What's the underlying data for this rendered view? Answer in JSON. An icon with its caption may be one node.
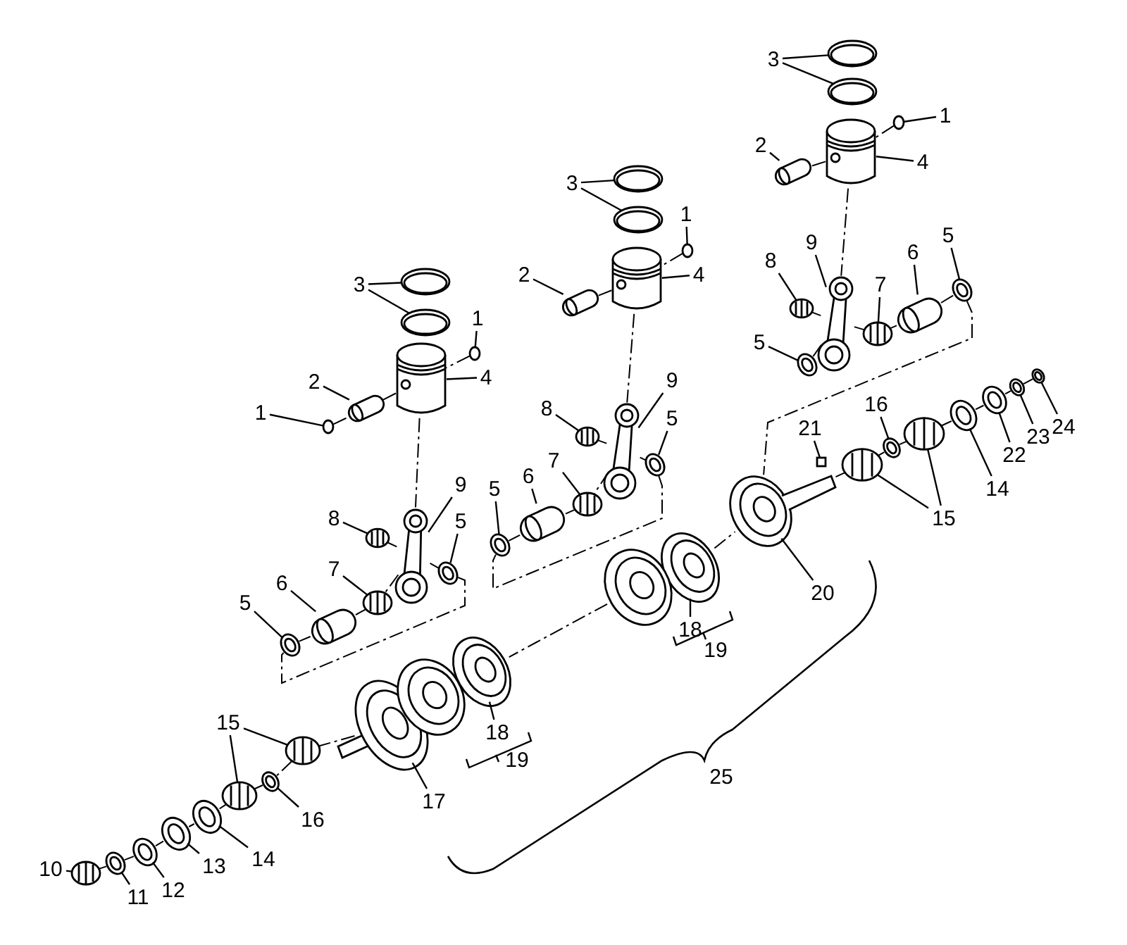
{
  "diagram": {
    "nodes": [
      {
        "text": [
          "3"
        ]
      },
      {
        "text": [
          "1"
        ]
      },
      {
        "text": [
          "2"
        ]
      },
      {
        "text": [
          "4"
        ]
      },
      {
        "text": [
          "9"
        ]
      },
      {
        "text": [
          "8"
        ]
      },
      {
        "text": [
          "6"
        ]
      },
      {
        "text": [
          "5"
        ]
      },
      {
        "text": [
          "7"
        ]
      },
      {
        "text": [
          "5"
        ]
      },
      {
        "text": [
          "16"
        ]
      },
      {
        "text": [
          "21"
        ]
      },
      {
        "text": [
          "22"
        ]
      },
      {
        "text": [
          "23"
        ]
      },
      {
        "text": [
          "24"
        ]
      },
      {
        "text": [
          "14"
        ]
      },
      {
        "text": [
          "15"
        ]
      },
      {
        "text": [
          "20"
        ]
      },
      {
        "text": [
          "3"
        ]
      },
      {
        "text": [
          "1"
        ]
      },
      {
        "text": [
          "2"
        ]
      },
      {
        "text": [
          "4"
        ]
      },
      {
        "text": [
          "9"
        ]
      },
      {
        "text": [
          "8"
        ]
      },
      {
        "text": [
          "5"
        ]
      },
      {
        "text": [
          "7"
        ]
      },
      {
        "text": [
          "6"
        ]
      },
      {
        "text": [
          "5"
        ]
      },
      {
        "text": [
          "18"
        ]
      },
      {
        "text": [
          "3"
        ]
      },
      {
        "text": [
          "1"
        ]
      },
      {
        "text": [
          "2"
        ]
      },
      {
        "text": [
          "4"
        ]
      },
      {
        "text": [
          "1"
        ]
      },
      {
        "text": [
          "9"
        ]
      },
      {
        "text": [
          "8"
        ]
      },
      {
        "text": [
          "5"
        ]
      },
      {
        "text": [
          "7"
        ]
      },
      {
        "text": [
          "6"
        ]
      },
      {
        "text": [
          "5"
        ]
      },
      {
        "text": [
          "18"
        ]
      },
      {
        "text": [
          "17"
        ]
      },
      {
        "text": [
          "15"
        ]
      },
      {
        "text": [
          "16"
        ]
      },
      {
        "text": [
          "14"
        ]
      },
      {
        "text": [
          "13"
        ]
      },
      {
        "text": [
          "12"
        ]
      },
      {
        "text": [
          "11"
        ]
      },
      {
        "text": [
          "10"
        ]
      },
      {
        "text": [],
        "shape": "picture"
      },
      {
        "text": [],
        "shape": "picture"
      },
      {
        "text": [],
        "shape": "circle"
      },
      {
        "text": [],
        "shape": "picture"
      },
      {
        "text": [],
        "shape": "picture"
      },
      {
        "text": [],
        "shape": "picture"
      },
      {
        "text": [],
        "shape": "picture"
      },
      {
        "text": [],
        "shape": "picture"
      },
      {
        "text": [],
        "shape": "picture"
      },
      {
        "text": [],
        "shape": "picture"
      },
      {
        "text": [],
        "shape": "picture"
      },
      {
        "text": [],
        "shape": "picture"
      },
      {
        "text": [],
        "shape": "box"
      },
      {
        "text": [],
        "shape": "picture"
      },
      {
        "text": [],
        "shape": "picture"
      },
      {
        "text": [],
        "shape": "picture"
      },
      {
        "text": [],
        "shape": "picture"
      },
      {
        "text": [],
        "shape": "picture"
      },
      {
        "text": [],
        "shape": "picture"
      },
      {
        "text": [],
        "shape": "picture"
      },
      {
        "text": [],
        "shape": "picture"
      },
      {
        "text": [],
        "shape": "picture"
      },
      {
        "text": [],
        "shape": "circle"
      },
      {
        "text": [],
        "shape": "picture"
      },
      {
        "text": [],
        "shape": "picture"
      },
      {
        "text": [],
        "shape": "picture"
      },
      {
        "text": [],
        "shape": "picture"
      },
      {
        "text": [],
        "shape": "picture"
      },
      {
        "text": [],
        "shape": "picture"
      },
      {
        "text": [],
        "shape": "picture"
      },
      {
        "text": [],
        "shape": "picture"
      },
      {
        "text": [],
        "shape": "picture"
      },
      {
        "text": [],
        "shape": "picture"
      },
      {
        "text": [],
        "shape": "picture"
      },
      {
        "text": [],
        "shape": "circle"
      },
      {
        "text": [],
        "shape": "picture"
      },
      {
        "text": [],
        "shape": "picture"
      },
      {
        "text": [],
        "shape": "circle"
      },
      {
        "text": [],
        "shape": "picture"
      },
      {
        "text": [],
        "shape": "picture"
      },
      {
        "text": [],
        "shape": "picture"
      },
      {
        "text": [],
        "shape": "picture"
      },
      {
        "text": [],
        "shape": "picture"
      },
      {
        "text": [],
        "shape": "picture"
      },
      {
        "text": [],
        "shape": "picture"
      },
      {
        "text": [],
        "shape": "picture"
      },
      {
        "text": [],
        "shape": "picture"
      },
      {
        "text": [],
        "shape": "picture"
      },
      {
        "text": [],
        "shape": "picture"
      },
      {
        "text": [],
        "shape": "picture"
      },
      {
        "text": [],
        "shape": "picture"
      },
      {
        "text": [],
        "shape": "picture"
      },
      {
        "text": [],
        "shape": "picture"
      },
      {
        "text": [],
        "shape": "picture"
      },
      {
        "text": [],
        "shape": "picture"
      },
      {
        "text": [],
        "shape": "picture"
      }
    ],
    "edges": [
      {
        "from": 0,
        "to": 49,
        "arrow": "none"
      },
      {
        "from": 0,
        "to": 50,
        "arrow": "none"
      },
      {
        "from": 1,
        "to": 51,
        "arrow": "none"
      },
      {
        "from": 2,
        "to": 52,
        "arrow": "none"
      },
      {
        "from": 3,
        "to": 53,
        "arrow": "none"
      },
      {
        "from": 4,
        "to": 54,
        "arrow": "none"
      },
      {
        "from": 5,
        "to": 55,
        "arrow": "none"
      },
      {
        "from": 6,
        "to": 56,
        "arrow": "none"
      },
      {
        "from": 7,
        "to": 57,
        "arrow": "none"
      },
      {
        "from": 8,
        "to": 58,
        "arrow": "none"
      },
      {
        "from": 9,
        "to": 59,
        "arrow": "none"
      },
      {
        "from": 10,
        "to": 60,
        "arrow": "none"
      },
      {
        "from": 11,
        "to": 61,
        "arrow": "none"
      },
      {
        "from": 12,
        "to": 62,
        "arrow": "none"
      },
      {
        "from": 13,
        "to": 63,
        "arrow": "none"
      },
      {
        "from": 14,
        "to": 64,
        "arrow": "none"
      },
      {
        "from": 15,
        "to": 65,
        "arrow": "none"
      },
      {
        "from": 16,
        "to": 66,
        "arrow": "none"
      },
      {
        "from": 16,
        "to": 67,
        "arrow": "none"
      },
      {
        "from": 17,
        "to": 68,
        "arrow": "none"
      },
      {
        "from": 18,
        "to": 69,
        "arrow": "none"
      },
      {
        "from": 18,
        "to": 70,
        "arrow": "none"
      },
      {
        "from": 19,
        "to": 71,
        "arrow": "none"
      },
      {
        "from": 20,
        "to": 72,
        "arrow": "none"
      },
      {
        "from": 21,
        "to": 73,
        "arrow": "none"
      },
      {
        "from": 22,
        "to": 74,
        "arrow": "none"
      },
      {
        "from": 23,
        "to": 75,
        "arrow": "none"
      },
      {
        "from": 24,
        "to": 76,
        "arrow": "none"
      },
      {
        "from": 25,
        "to": 77,
        "arrow": "none"
      },
      {
        "from": 26,
        "to": 78,
        "arrow": "none"
      },
      {
        "from": 27,
        "to": 79,
        "arrow": "none"
      },
      {
        "from": 28,
        "to": 80,
        "arrow": "none"
      },
      {
        "from": 29,
        "to": 81,
        "arrow": "none"
      },
      {
        "from": 29,
        "to": 82,
        "arrow": "none"
      },
      {
        "from": 30,
        "to": 83,
        "arrow": "none"
      },
      {
        "from": 31,
        "to": 84,
        "arrow": "none"
      },
      {
        "from": 32,
        "to": 85,
        "arrow": "none"
      },
      {
        "from": 33,
        "to": 86,
        "arrow": "none"
      },
      {
        "from": 34,
        "to": 87,
        "arrow": "none"
      },
      {
        "from": 35,
        "to": 88,
        "arrow": "none"
      },
      {
        "from": 36,
        "to": 89,
        "arrow": "none"
      },
      {
        "from": 37,
        "to": 90,
        "arrow": "none"
      },
      {
        "from": 38,
        "to": 91,
        "arrow": "none"
      },
      {
        "from": 39,
        "to": 92,
        "arrow": "none"
      },
      {
        "from": 40,
        "to": 93,
        "arrow": "none"
      },
      {
        "from": 41,
        "to": 94,
        "arrow": "none"
      },
      {
        "from": 42,
        "to": 95,
        "arrow": "none"
      },
      {
        "from": 42,
        "to": 96,
        "arrow": "none"
      },
      {
        "from": 43,
        "to": 97,
        "arrow": "none"
      },
      {
        "from": 44,
        "to": 98,
        "arrow": "none"
      },
      {
        "from": 45,
        "to": 99,
        "arrow": "none"
      },
      {
        "from": 46,
        "to": 100,
        "arrow": "none"
      },
      {
        "from": 47,
        "to": 101,
        "arrow": "none"
      },
      {
        "from": 48,
        "to": 102,
        "arrow": "none"
      },
      {
        "from": 53,
        "to": 54,
        "arrow": "none",
        "style": "dashed"
      },
      {
        "from": 52,
        "to": 53,
        "arrow": "none",
        "style": "dashed"
      },
      {
        "from": 51,
        "to": 53,
        "arrow": "none",
        "style": "dashed"
      },
      {
        "from": 55,
        "to": 54,
        "arrow": "none",
        "style": "dashed"
      },
      {
        "from": 54,
        "to": 58,
        "arrow": "none",
        "style": "dashed"
      },
      {
        "from": 58,
        "to": 56,
        "arrow": "none",
        "style": "dashed"
      },
      {
        "from": 56,
        "to": 57,
        "arrow": "none",
        "style": "dashed"
      },
      {
        "from": 59,
        "to": 54,
        "arrow": "none",
        "style": "dashed"
      },
      {
        "from": 57,
        "to": 68,
        "arrow": "none",
        "style": "dashed"
      },
      {
        "from": 68,
        "to": 66,
        "arrow": "none",
        "style": "dashed"
      },
      {
        "from": 66,
        "to": 60,
        "arrow": "none",
        "style": "dashed"
      },
      {
        "from": 60,
        "to": 67,
        "arrow": "none",
        "style": "dashed"
      },
      {
        "from": 67,
        "to": 65,
        "arrow": "none",
        "style": "dashed"
      },
      {
        "from": 65,
        "to": 62,
        "arrow": "none",
        "style": "dashed"
      },
      {
        "from": 62,
        "to": 63,
        "arrow": "none",
        "style": "dashed"
      },
      {
        "from": 63,
        "to": 64,
        "arrow": "none",
        "style": "dashed"
      },
      {
        "from": 73,
        "to": 74,
        "arrow": "none",
        "style": "dashed"
      },
      {
        "from": 72,
        "to": 73,
        "arrow": "none",
        "style": "dashed"
      },
      {
        "from": 71,
        "to": 73,
        "arrow": "none",
        "style": "dashed"
      },
      {
        "from": 75,
        "to": 74,
        "arrow": "none",
        "style": "dashed"
      },
      {
        "from": 74,
        "to": 76,
        "arrow": "none",
        "style": "dashed"
      },
      {
        "from": 74,
        "to": 77,
        "arrow": "none",
        "style": "dashed"
      },
      {
        "from": 77,
        "to": 78,
        "arrow": "none",
        "style": "dashed"
      },
      {
        "from": 78,
        "to": 79,
        "arrow": "none",
        "style": "dashed"
      },
      {
        "from": 76,
        "to": 79,
        "arrow": "none",
        "style": "dashed"
      },
      {
        "from": 80,
        "to": 68,
        "arrow": "none",
        "style": "dashed"
      },
      {
        "from": 103,
        "to": 93,
        "arrow": "none",
        "style": "dashed"
      },
      {
        "from": 85,
        "to": 87,
        "arrow": "none",
        "style": "dashed"
      },
      {
        "from": 84,
        "to": 85,
        "arrow": "none",
        "style": "dashed"
      },
      {
        "from": 83,
        "to": 85,
        "arrow": "none",
        "style": "dashed"
      },
      {
        "from": 86,
        "to": 84,
        "arrow": "none",
        "style": "dashed"
      },
      {
        "from": 88,
        "to": 87,
        "arrow": "none",
        "style": "dashed"
      },
      {
        "from": 87,
        "to": 89,
        "arrow": "none",
        "style": "dashed"
      },
      {
        "from": 87,
        "to": 90,
        "arrow": "none",
        "style": "dashed"
      },
      {
        "from": 90,
        "to": 91,
        "arrow": "none",
        "style": "dashed"
      },
      {
        "from": 91,
        "to": 92,
        "arrow": "none",
        "style": "dashed"
      },
      {
        "from": 89,
        "to": 92,
        "arrow": "none",
        "style": "dashed"
      },
      {
        "from": 94,
        "to": 96,
        "arrow": "none",
        "style": "dashed"
      },
      {
        "from": 96,
        "to": 97,
        "arrow": "none",
        "style": "dashed"
      },
      {
        "from": 97,
        "to": 95,
        "arrow": "none",
        "style": "dashed"
      },
      {
        "from": 95,
        "to": 98,
        "arrow": "none",
        "style": "dashed"
      },
      {
        "from": 98,
        "to": 99,
        "arrow": "none",
        "style": "dashed"
      },
      {
        "from": 99,
        "to": 100,
        "arrow": "none",
        "style": "dashed"
      },
      {
        "from": 100,
        "to": 101,
        "arrow": "none",
        "style": "dashed"
      },
      {
        "from": 101,
        "to": 102,
        "arrow": "none",
        "style": "dashed"
      }
    ],
    "labels": [
      "19",
      "19",
      "25"
    ]
  }
}
